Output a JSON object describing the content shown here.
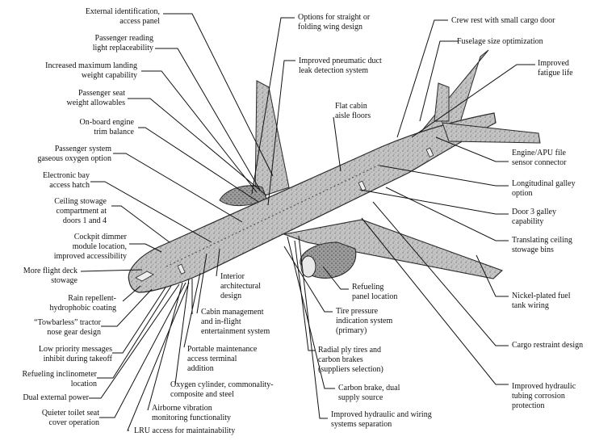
{
  "colors": {
    "line": "#111111",
    "airframe_fill": "#bcbcbc",
    "airframe_stroke": "#2a2a2a"
  },
  "labels": [
    {
      "id": "external-identification",
      "lines": [
        "External identification,",
        "access panel"
      ]
    },
    {
      "id": "passenger-reading-light",
      "lines": [
        "Passenger reading",
        "light replaceability"
      ]
    },
    {
      "id": "increased-landing-weight",
      "lines": [
        "Increased maximum landing",
        "weight capability"
      ]
    },
    {
      "id": "passenger-seat-weight",
      "lines": [
        "Passenger seat",
        "weight allowables"
      ]
    },
    {
      "id": "onboard-engine-trim",
      "lines": [
        "On-board engine",
        "trim balance"
      ]
    },
    {
      "id": "passenger-oxygen",
      "lines": [
        "Passenger system",
        "gaseous oxygen option"
      ]
    },
    {
      "id": "electronic-bay-hatch",
      "lines": [
        "Electronic bay",
        "access hatch"
      ]
    },
    {
      "id": "ceiling-stowage",
      "lines": [
        "Ceiling stowage",
        "compartment at",
        "doors 1 and 4"
      ]
    },
    {
      "id": "cockpit-dimmer",
      "lines": [
        "Cockpit dimmer",
        "module location,",
        "improved accessibility"
      ]
    },
    {
      "id": "flight-deck-stowage",
      "lines": [
        "More flight deck",
        "stowage"
      ]
    },
    {
      "id": "rain-repellent",
      "lines": [
        "Rain repellent-",
        "hydrophobic coating"
      ]
    },
    {
      "id": "towbarless-tractor",
      "lines": [
        "“Towbarless” tractor",
        "nose gear design"
      ]
    },
    {
      "id": "low-priority-messages",
      "lines": [
        "Low priority messages",
        "inhibit during takeoff"
      ]
    },
    {
      "id": "refueling-inclinometer",
      "lines": [
        "Refueling inclinometer",
        "location"
      ]
    },
    {
      "id": "dual-external-power",
      "lines": [
        "Dual external power"
      ]
    },
    {
      "id": "quieter-toilet-seat",
      "lines": [
        "Quieter toilet seat",
        "cover operation"
      ]
    },
    {
      "id": "lru-access",
      "lines": [
        "LRU access for maintainability"
      ]
    },
    {
      "id": "airborne-vibration",
      "lines": [
        "Airborne vibration",
        "monitoring functionality"
      ]
    },
    {
      "id": "oxygen-cylinder",
      "lines": [
        "Oxygen cylinder, commonality-",
        "composite and steel"
      ]
    },
    {
      "id": "portable-maintenance",
      "lines": [
        "Portable maintenance",
        "access terminal",
        "addition"
      ]
    },
    {
      "id": "cabin-management",
      "lines": [
        "Cabin management",
        "and in-flight",
        "entertainment system"
      ]
    },
    {
      "id": "interior-architectural",
      "lines": [
        "Interior",
        "architectural",
        "design"
      ]
    },
    {
      "id": "options-wing-design",
      "lines": [
        "Options for straight or",
        "folding wing design"
      ]
    },
    {
      "id": "pneumatic-duct",
      "lines": [
        "Improved pneumatic duct",
        "leak detection system"
      ]
    },
    {
      "id": "flat-cabin-floors",
      "lines": [
        "Flat cabin",
        "aisle floors"
      ]
    },
    {
      "id": "crew-rest",
      "lines": [
        "Crew rest with small cargo door"
      ]
    },
    {
      "id": "fuselage-size",
      "lines": [
        "Fuselage size optimization"
      ]
    },
    {
      "id": "improved-fatigue",
      "lines": [
        "Improved",
        "fatigue life"
      ]
    },
    {
      "id": "apu-sensor",
      "lines": [
        "Engine/APU file",
        "sensor connector"
      ]
    },
    {
      "id": "longitudinal-galley",
      "lines": [
        "Longitudinal galley",
        "option"
      ]
    },
    {
      "id": "door3-galley",
      "lines": [
        "Door 3 galley",
        "capability"
      ]
    },
    {
      "id": "translating-bins",
      "lines": [
        "Translating ceiling",
        "stowage bins"
      ]
    },
    {
      "id": "nickel-fuel-wiring",
      "lines": [
        "Nickel-plated fuel",
        "tank wiring"
      ]
    },
    {
      "id": "cargo-restraint",
      "lines": [
        "Cargo restraint design"
      ]
    },
    {
      "id": "hydraulic-corrosion",
      "lines": [
        "Improved hydraulic",
        "tubing corrosion",
        "protection"
      ]
    },
    {
      "id": "refueling-panel",
      "lines": [
        "Refueling",
        "panel location"
      ]
    },
    {
      "id": "tire-pressure",
      "lines": [
        "Tire pressure",
        "indication system",
        "(primary)"
      ]
    },
    {
      "id": "radial-ply-tires",
      "lines": [
        "Radial ply tires and",
        "carbon brakes",
        "(suppliers selection)"
      ]
    },
    {
      "id": "carbon-brake",
      "lines": [
        "Carbon brake, dual",
        "supply source"
      ]
    },
    {
      "id": "hydraulic-wiring",
      "lines": [
        "Improved hydraulic and wiring",
        "systems separation"
      ]
    }
  ]
}
